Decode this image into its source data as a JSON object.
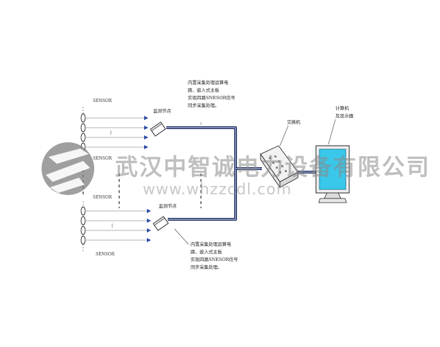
{
  "labels": {
    "sensor": "SENSOR",
    "monitor_node": "监测节点",
    "node_desc": [
      "内置采集处理运算电",
      "路、嵌入式主板",
      "实现四路SNESOR信号",
      "同步采集处理。"
    ],
    "switch": "交换机",
    "computer": [
      "计算机",
      "及显示器"
    ]
  },
  "watermark": {
    "company": "武汉中智诚电力设备有限公司",
    "url": "www.whzzcdl.com"
  },
  "colors": {
    "cable": "#1f2a5a",
    "arrow": "#2a4aa8",
    "screen": "#39c7ea",
    "watermark": "#8a8a8a"
  }
}
